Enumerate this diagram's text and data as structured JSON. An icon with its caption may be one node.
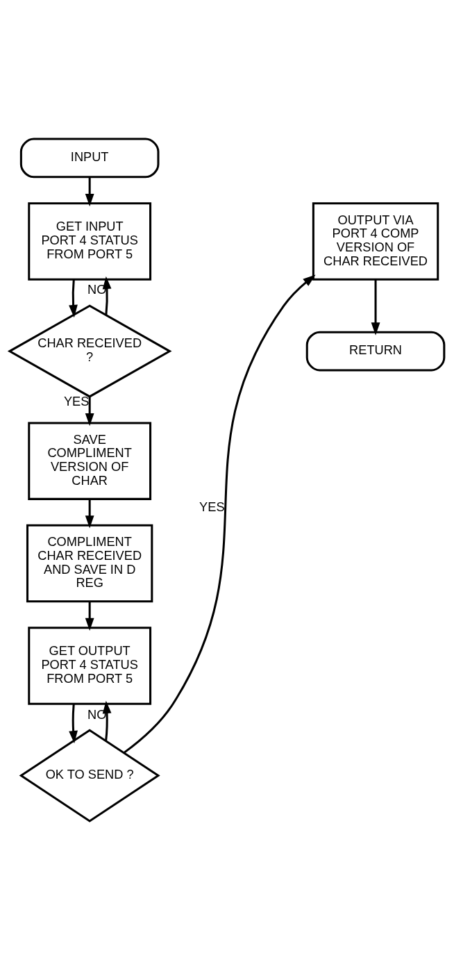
{
  "diagram": {
    "nodes": [
      {
        "text": [
          "INPUT"
        ]
      },
      {
        "text": [
          "GET INPUT PORT 4 STATUS FROM PORT 5"
        ]
      },
      {
        "text": [
          "CHAR RECEIVED ?"
        ]
      },
      {
        "text": [
          "SAVE COMPLIMENT VERSION OF CHAR"
        ]
      },
      {
        "text": [
          "COMPLIMENT CHAR RECEIVED AND SAVE IN D REG"
        ]
      },
      {
        "text": [
          "GET OUTPUT PORT 4 STATUS FROM PORT 5"
        ]
      },
      {
        "text": [
          "OK TO SEND ?"
        ]
      },
      {
        "text": [
          "OUTPUT VIA PORT 4 COMP VERSION OF CHAR RECEIVED"
        ]
      },
      {
        "text": [
          "RETURN"
        ]
      }
    ],
    "edges": [
      {
        "from": 0,
        "to": 1,
        "arrow": "to"
      },
      {
        "from": 2,
        "to": 1,
        "arrow": "to",
        "label": "NO"
      },
      {
        "from": 1,
        "to": 2,
        "arrow": "to"
      },
      {
        "from": 2,
        "to": 3,
        "arrow": "to",
        "label": "YES"
      },
      {
        "from": 3,
        "to": 4,
        "arrow": "to"
      },
      {
        "from": 4,
        "to": 5,
        "arrow": "to"
      },
      {
        "from": 6,
        "to": 5,
        "arrow": "to",
        "label": "NO"
      },
      {
        "from": 5,
        "to": 6,
        "arrow": "to"
      },
      {
        "from": 6,
        "to": 7,
        "arrow": "to",
        "label": "YES"
      },
      {
        "from": 7,
        "to": 8,
        "arrow": "to"
      }
    ]
  }
}
